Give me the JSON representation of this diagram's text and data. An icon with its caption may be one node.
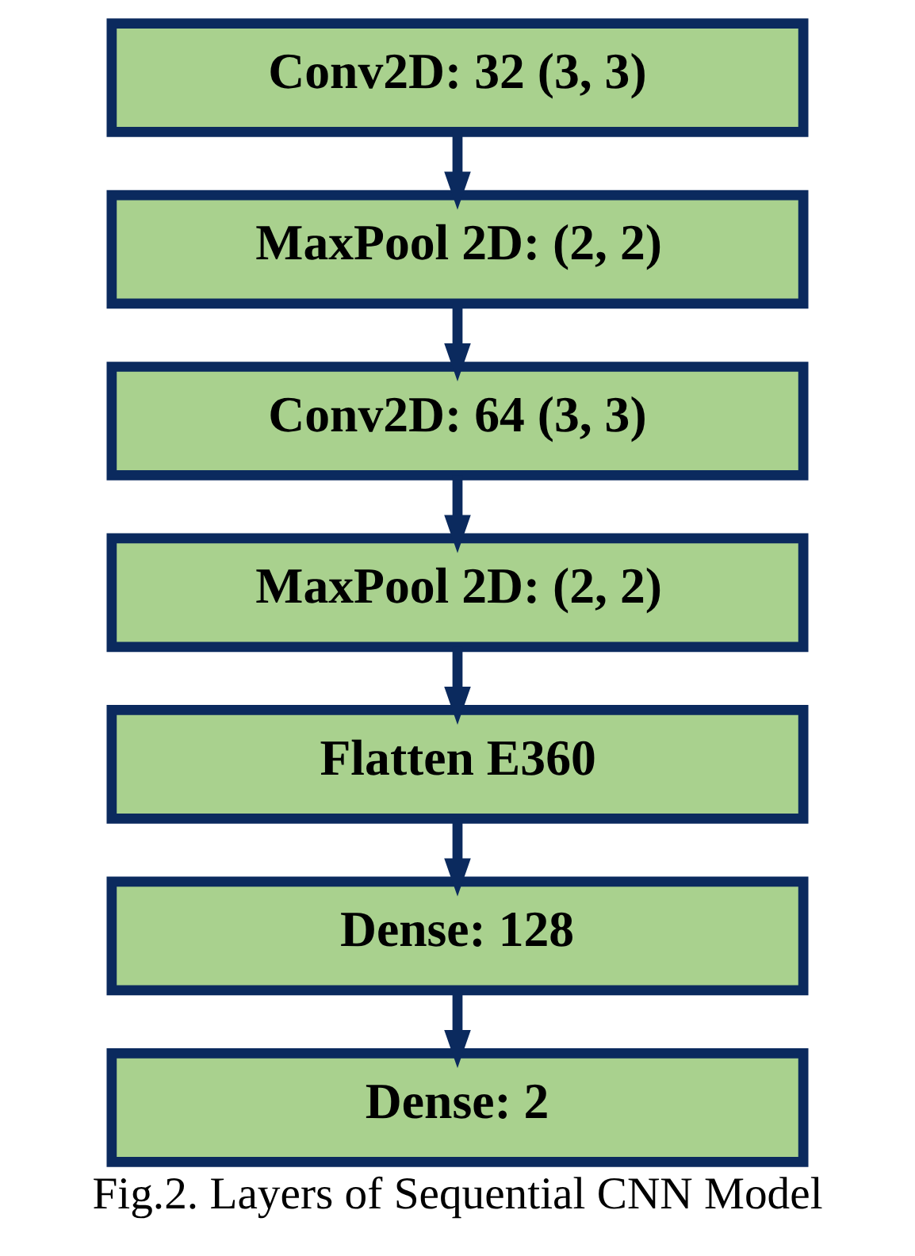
{
  "diagram": {
    "caption": "Fig.2. Layers of Sequential CNN Model",
    "nodes": [
      {
        "text": [
          "Conv2D: 32 (3, 3)"
        ]
      },
      {
        "text": [
          "MaxPool 2D: (2, 2)"
        ]
      },
      {
        "text": [
          "Conv2D: 64 (3, 3)"
        ]
      },
      {
        "text": [
          "MaxPool 2D: (2, 2)"
        ]
      },
      {
        "text": [
          "Flatten E360"
        ]
      },
      {
        "text": [
          "Dense: 128"
        ]
      },
      {
        "text": [
          "Dense: 2"
        ]
      }
    ],
    "edges": [
      {
        "from": 0,
        "to": 1,
        "arrow": "to"
      },
      {
        "from": 1,
        "to": 2,
        "arrow": "to"
      },
      {
        "from": 2,
        "to": 3,
        "arrow": "to"
      },
      {
        "from": 3,
        "to": 4,
        "arrow": "to"
      },
      {
        "from": 4,
        "to": 5,
        "arrow": "to"
      },
      {
        "from": 5,
        "to": 6,
        "arrow": "to"
      }
    ]
  }
}
